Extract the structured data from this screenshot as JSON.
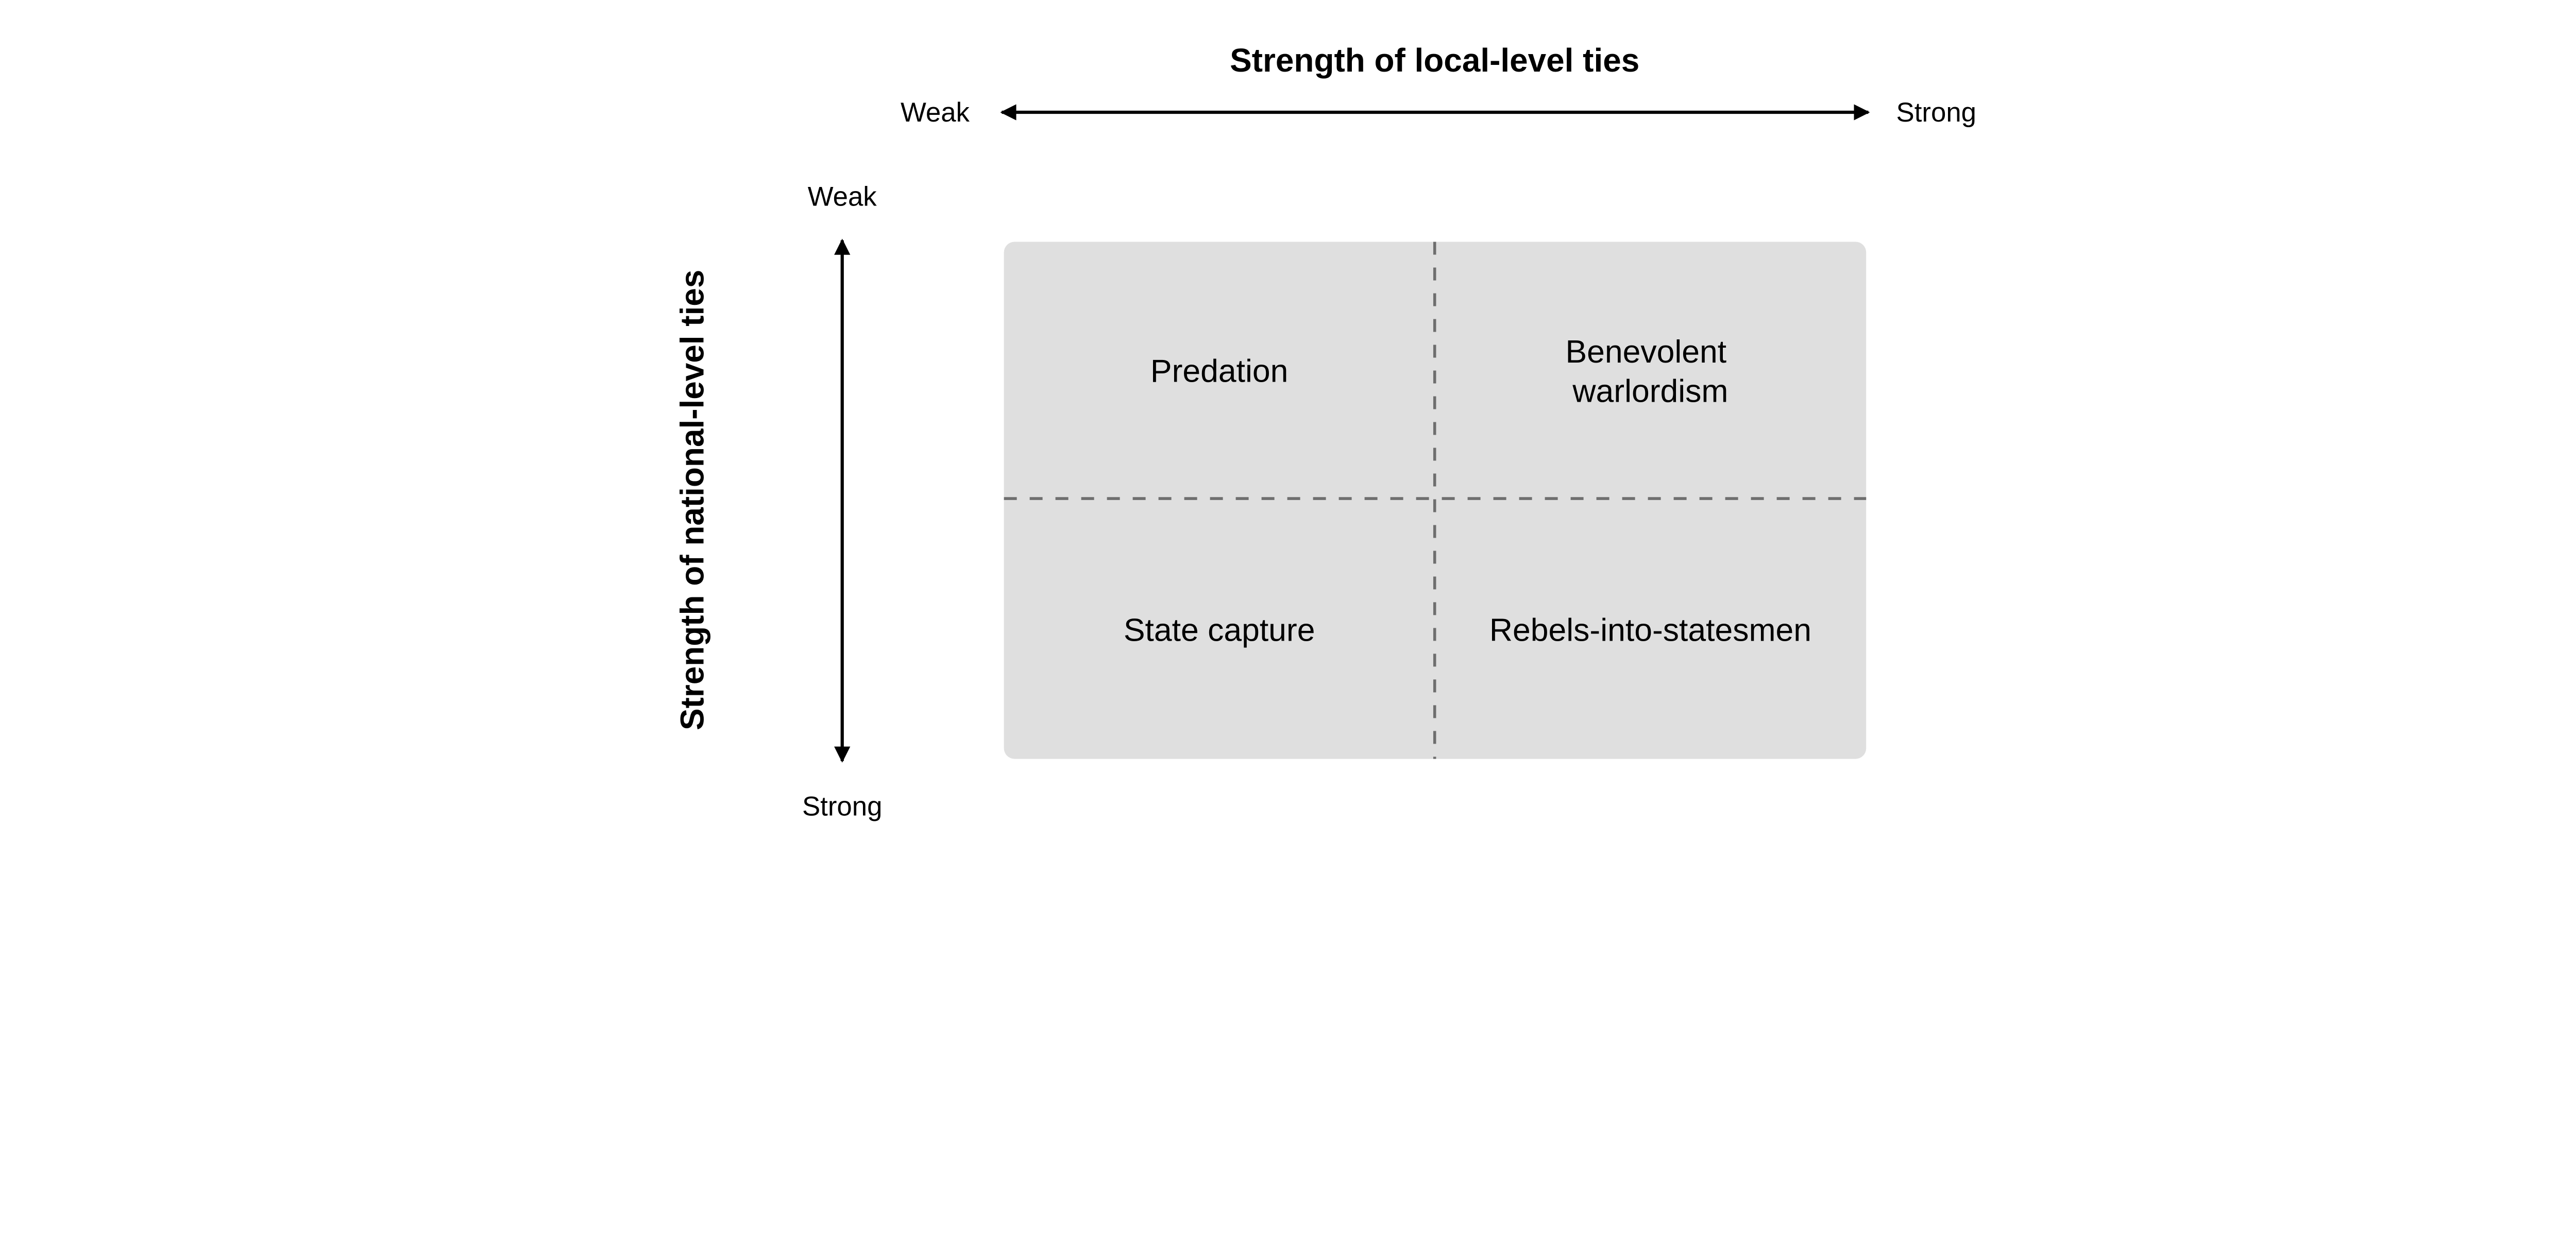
{
  "x_axis": {
    "title": "Strength of local-level ties",
    "low_label": "Weak",
    "high_label": "Strong"
  },
  "y_axis": {
    "title": "Strength of national-level ties",
    "low_label": "Weak",
    "high_label": "Strong"
  },
  "quadrants": {
    "top_left": {
      "lines": [
        "Predation"
      ]
    },
    "top_right": {
      "lines": [
        "Benevolent",
        "warlordism"
      ]
    },
    "bottom_left": {
      "lines": [
        "State capture"
      ]
    },
    "bottom_right": {
      "lines": [
        "Rebels-into-statesmen"
      ]
    }
  },
  "colors": {
    "fill": "#dfdfdf",
    "divider": "#6e6e6e",
    "arrow": "#000000"
  }
}
